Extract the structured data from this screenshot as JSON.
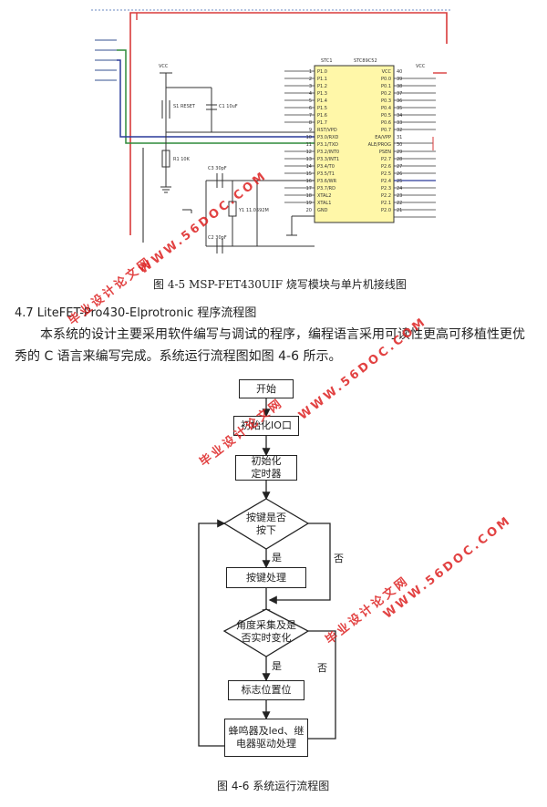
{
  "figure_4_5": {
    "caption": "图 4-5 MSP-FET430UIF 烧写模块与单片机接线图",
    "chip_name": "STC1",
    "chip_model": "STC89C52",
    "power_label": "VCC",
    "left_pins": [
      "P1.0",
      "P1.1",
      "P1.2",
      "P1.3",
      "P1.4",
      "P1.5",
      "P1.6",
      "P1.7",
      "RST/VPD",
      "P3.0/RXD",
      "P3.1/TXD",
      "P3.2/INT0",
      "P3.3/INT1",
      "P3.4/T0",
      "P3.5/T1",
      "P3.6/WR",
      "P3.7/RD",
      "XTAL2",
      "XTAL1",
      "GND"
    ],
    "right_pins": [
      "VCC",
      "P0.0",
      "P0.1",
      "P0.2",
      "P0.3",
      "P0.4",
      "P0.5",
      "P0.6",
      "P0.7",
      "EA/VPP",
      "ALE/PROG",
      "PSEN",
      "P2.7",
      "P2.6",
      "P2.5",
      "P2.4",
      "P2.3",
      "P2.2",
      "P2.1",
      "P2.0"
    ],
    "left_nums": [
      "1",
      "2",
      "3",
      "4",
      "5",
      "6",
      "7",
      "8",
      "9",
      "10",
      "11",
      "12",
      "13",
      "14",
      "15",
      "16",
      "17",
      "18",
      "19",
      "20"
    ],
    "right_nums": [
      "40",
      "39",
      "38",
      "37",
      "36",
      "35",
      "34",
      "33",
      "32",
      "31",
      "30",
      "29",
      "28",
      "27",
      "26",
      "25",
      "24",
      "23",
      "22",
      "21"
    ],
    "components": {
      "reset_button": "S1 RESET",
      "cap_reset": "C1 10uF",
      "resistor": "R1 10K",
      "crystal": "Y1 11.0592M",
      "cap_c2": "C2 30pF",
      "cap_c3": "C3 30pF"
    }
  },
  "section": {
    "title": "4.7 LiteFET-Pro430-Elprotronic 程序流程图",
    "paragraph": "本系统的设计主要采用软件编写与调试的程序，编程语言采用可读性更高可移植性更优秀的 C 语言来编写完成。系统运行流程图如图 4-6 所示。"
  },
  "flowchart": {
    "start": "开始",
    "init_io": "初始化IO口",
    "init_timer_1": "初始化",
    "init_timer_2": "定时器",
    "decision_key_1": "按键是否",
    "decision_key_2": "按下",
    "yes_label_1": "是",
    "no_label_1": "否",
    "key_process": "按键处理",
    "decision_angle_1": "角度采集及是",
    "decision_angle_2": "否实时变化",
    "yes_label_2": "是",
    "no_label_2": "否",
    "flag_set": "标志位置位",
    "driver_1": "蜂鸣器及led、继",
    "driver_2": "电器驱动处理",
    "caption": "图 4-6 系统运行流程图"
  },
  "watermarks": {
    "site": "WWW.56DOC.COM",
    "brand": "毕业设计论文网"
  },
  "colors": {
    "wire_red": "#d93a3a",
    "wire_green": "#2f8a3a",
    "wire_blue": "#2a3a9a",
    "chip_fill": "#fff7a8",
    "watermark": "#dd2222"
  }
}
